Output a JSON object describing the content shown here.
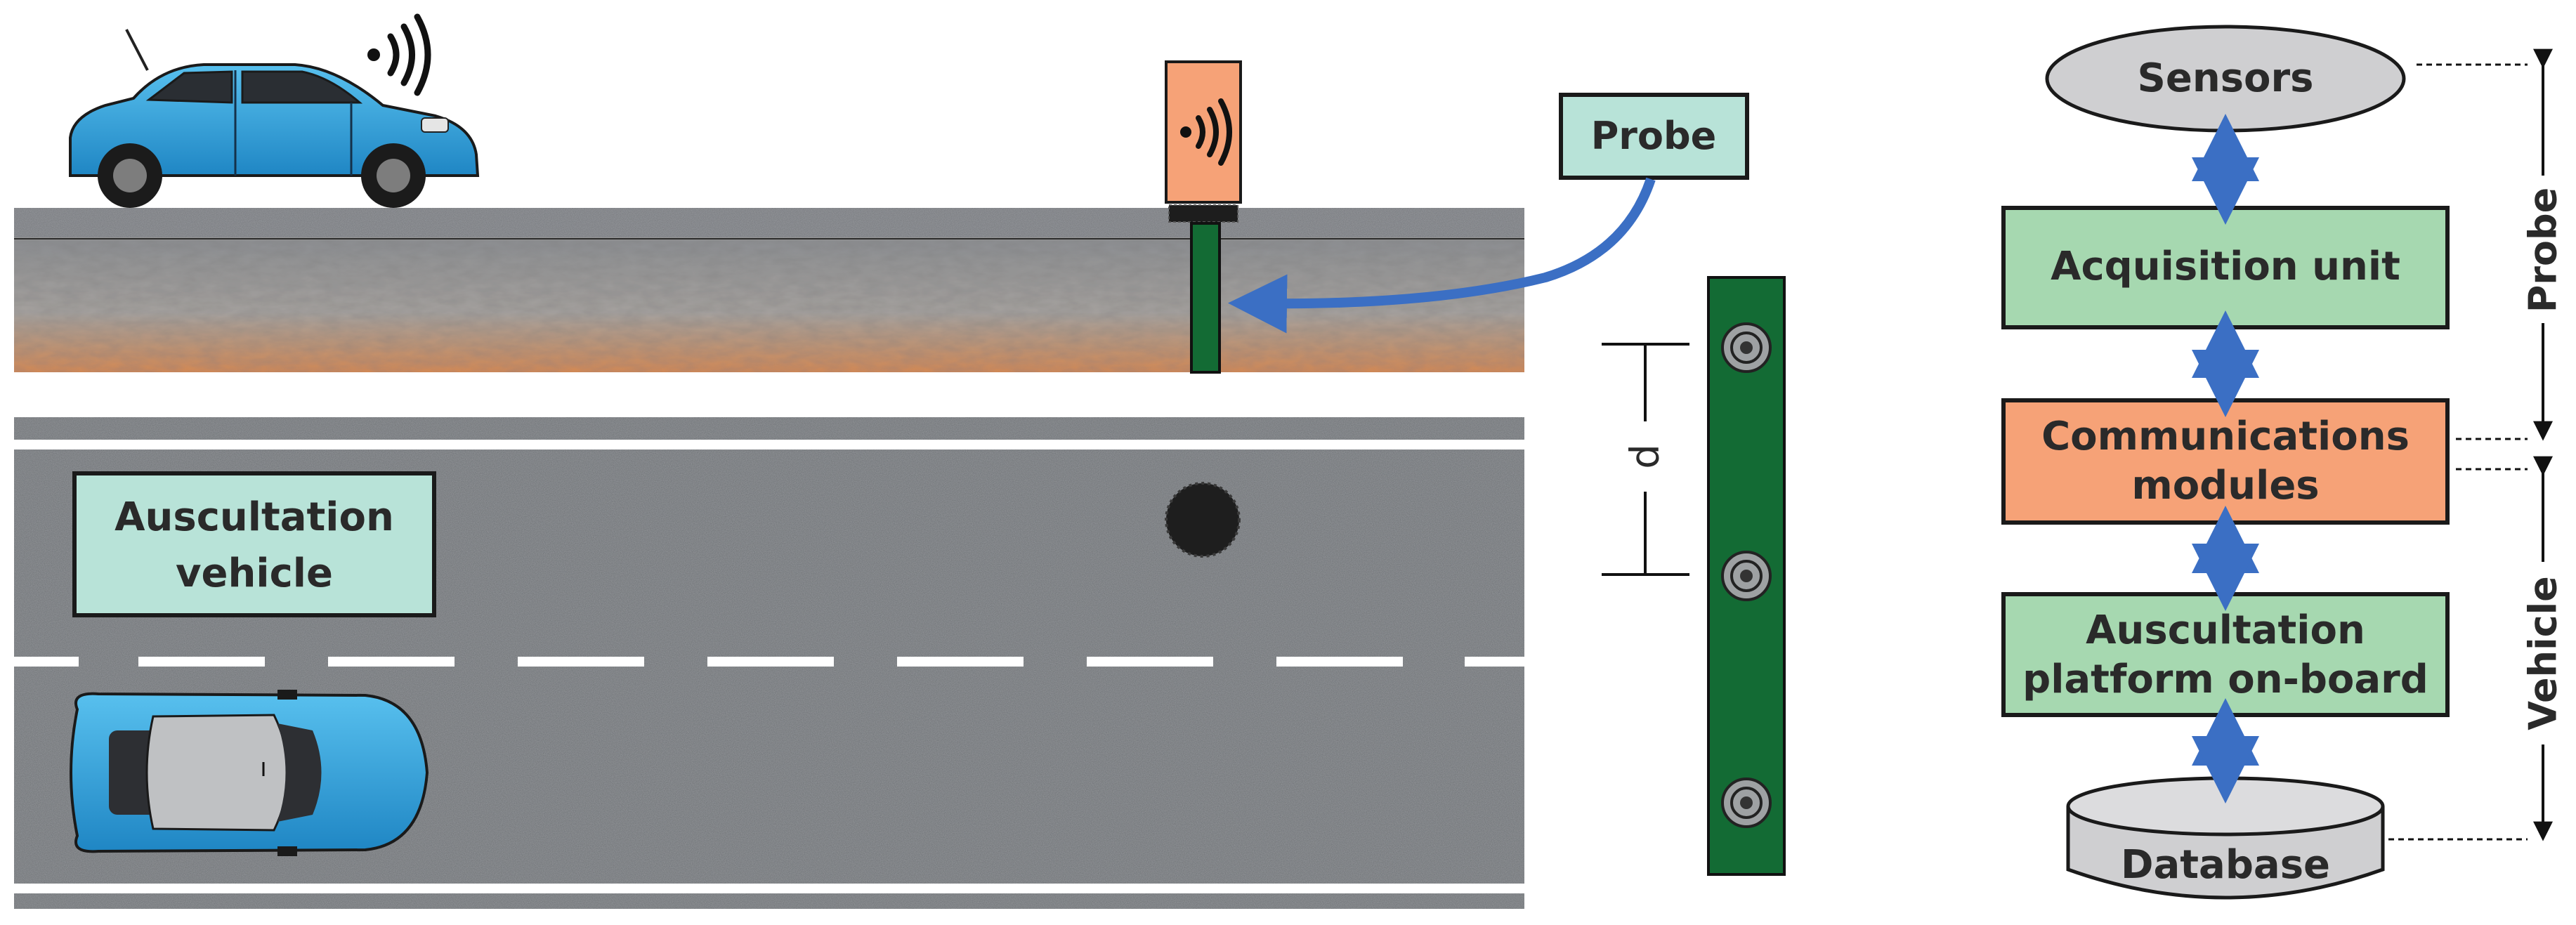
{
  "labels": {
    "probe": "Probe",
    "auscultation_vehicle": [
      "Auscultation",
      "vehicle"
    ],
    "distance": "d"
  },
  "flow": {
    "sensors": "Sensors",
    "acquisition_unit": "Acquisition unit",
    "communications_modules": [
      "Communications",
      "modules"
    ],
    "auscultation_platform": [
      "Auscultation",
      "platform on-board"
    ],
    "database": "Database"
  },
  "side_labels": {
    "probe": "Probe",
    "vehicle": "Vehicle"
  },
  "colors": {
    "label_fill": "#b8e3d8",
    "box_green": "#a6d8b0",
    "box_orange": "#f6a277",
    "cylinder_gray": "#cfcfd1",
    "arrow_blue": "#3b6fc4",
    "probe_green": "#136b34",
    "car_blue": "#2fa5de",
    "asphalt": "#6c6f73"
  },
  "icons": [
    "wifi-signal-icon",
    "wifi-signal-icon",
    "double-arrow-icon",
    "sensor-disc-icon"
  ]
}
